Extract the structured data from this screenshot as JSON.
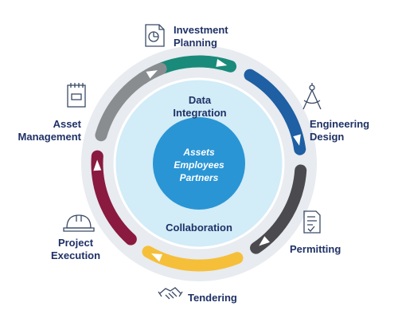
{
  "diagram": {
    "colors": {
      "outer_ring": "#e8ebef",
      "inner_disc": "#d2ecf8",
      "inner_disc_border": "#ffffff",
      "center_circle": "#2a95d4",
      "label_text": "#1f3166",
      "center_text": "#ffffff",
      "icon_stroke": "#3a4a66"
    },
    "center": {
      "lines": [
        "Assets",
        "Employees",
        "Partners"
      ]
    },
    "inner": {
      "top": [
        "Data",
        "Integration"
      ],
      "bottom": "Collaboration"
    },
    "stages": [
      {
        "name": "Investment Planning",
        "lines": [
          "Investment",
          "Planning"
        ],
        "color": "#1a8a7a",
        "icon": "pie-chart-document-icon"
      },
      {
        "name": "Engineering Design",
        "lines": [
          "Engineering",
          "Design"
        ],
        "color": "#1f5fa3",
        "icon": "drafting-compass-icon"
      },
      {
        "name": "Permitting",
        "lines": [
          "Permitting"
        ],
        "color": "#4a4a4f",
        "icon": "approved-document-icon"
      },
      {
        "name": "Tendering",
        "lines": [
          "Tendering"
        ],
        "color": "#f6bf3a",
        "icon": "handshake-icon"
      },
      {
        "name": "Project Execution",
        "lines": [
          "Project",
          "Execution"
        ],
        "color": "#8a1a3f",
        "icon": "hard-hat-icon"
      },
      {
        "name": "Asset Management",
        "lines": [
          "Asset",
          "Management"
        ],
        "color": "#8a8d90",
        "icon": "notepad-icon"
      }
    ]
  }
}
